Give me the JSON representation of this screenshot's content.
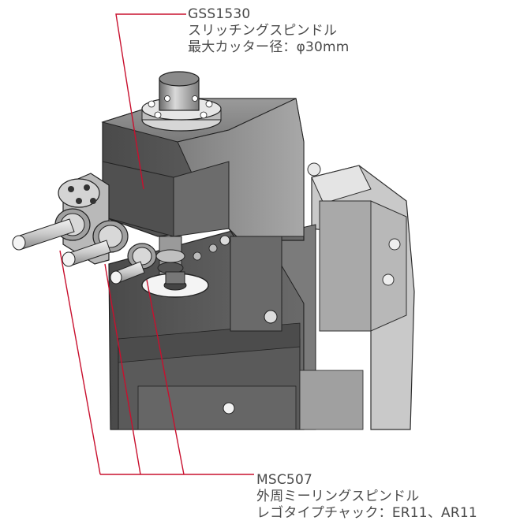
{
  "callouts": {
    "top": {
      "model": "GSS1530",
      "name": "スリッチングスピンドル",
      "spec": "最大カッター径：φ30mm"
    },
    "bottom": {
      "model": "MSC507",
      "name": "外周ミーリングスピンドル",
      "spec": "レゴタイプチャック：ER11、AR11"
    }
  },
  "colors": {
    "leader_line": "#c8102e",
    "text": "#4a4a4a",
    "machine_dark": "#5a5a5a",
    "machine_mid": "#8c8c8c",
    "machine_light": "#c4c4c4"
  }
}
